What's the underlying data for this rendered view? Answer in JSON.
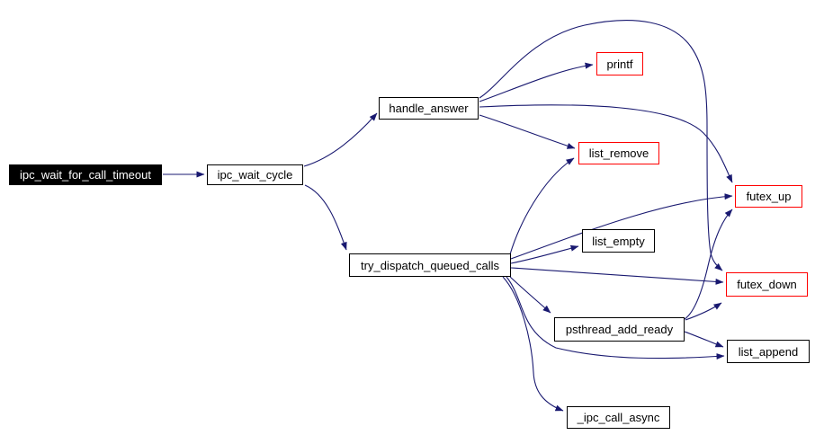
{
  "diagram": {
    "kind": "function-call-graph",
    "background_color": "#ffffff",
    "edge_color": "#191970",
    "node_border_color": "#000000",
    "truncated_node_border_color": "#ff0000",
    "root_node_fill": "#000000",
    "root_node_text_color": "#ffffff"
  },
  "nodes": [
    {
      "id": "ipc_wait_for_call_timeout",
      "label": "ipc_wait_for_call_timeout",
      "role": "root"
    },
    {
      "id": "ipc_wait_cycle",
      "label": "ipc_wait_cycle",
      "role": "normal"
    },
    {
      "id": "handle_answer",
      "label": "handle_answer",
      "role": "normal"
    },
    {
      "id": "printf",
      "label": "printf",
      "role": "truncated"
    },
    {
      "id": "list_remove",
      "label": "list_remove",
      "role": "truncated"
    },
    {
      "id": "futex_up",
      "label": "futex_up",
      "role": "truncated"
    },
    {
      "id": "list_empty",
      "label": "list_empty",
      "role": "normal"
    },
    {
      "id": "try_dispatch_queued_calls",
      "label": "try_dispatch_queued_calls",
      "role": "normal"
    },
    {
      "id": "futex_down",
      "label": "futex_down",
      "role": "truncated"
    },
    {
      "id": "psthread_add_ready",
      "label": "psthread_add_ready",
      "role": "normal"
    },
    {
      "id": "list_append",
      "label": "list_append",
      "role": "normal"
    },
    {
      "id": "_ipc_call_async",
      "label": "_ipc_call_async",
      "role": "normal"
    }
  ],
  "edges": [
    {
      "from": "ipc_wait_for_call_timeout",
      "to": "ipc_wait_cycle"
    },
    {
      "from": "ipc_wait_cycle",
      "to": "handle_answer"
    },
    {
      "from": "ipc_wait_cycle",
      "to": "try_dispatch_queued_calls"
    },
    {
      "from": "handle_answer",
      "to": "printf"
    },
    {
      "from": "handle_answer",
      "to": "list_remove"
    },
    {
      "from": "handle_answer",
      "to": "futex_up"
    },
    {
      "from": "handle_answer",
      "to": "futex_down"
    },
    {
      "from": "try_dispatch_queued_calls",
      "to": "list_remove"
    },
    {
      "from": "try_dispatch_queued_calls",
      "to": "list_empty"
    },
    {
      "from": "try_dispatch_queued_calls",
      "to": "futex_up"
    },
    {
      "from": "try_dispatch_queued_calls",
      "to": "futex_down"
    },
    {
      "from": "try_dispatch_queued_calls",
      "to": "psthread_add_ready"
    },
    {
      "from": "try_dispatch_queued_calls",
      "to": "list_append"
    },
    {
      "from": "try_dispatch_queued_calls",
      "to": "_ipc_call_async"
    },
    {
      "from": "psthread_add_ready",
      "to": "futex_up"
    },
    {
      "from": "psthread_add_ready",
      "to": "futex_down"
    },
    {
      "from": "psthread_add_ready",
      "to": "list_append"
    }
  ]
}
